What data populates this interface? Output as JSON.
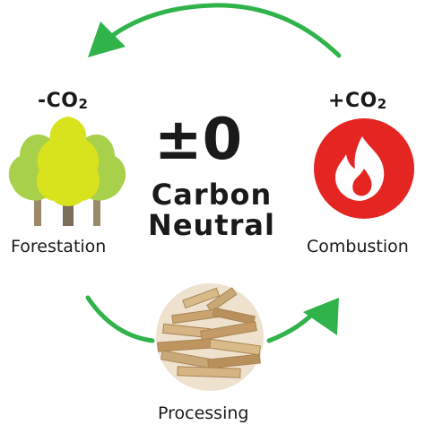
{
  "diagram": {
    "center": {
      "symbol": "±0",
      "line1": "Carbon",
      "line2": "Neutral"
    },
    "nodes": [
      {
        "id": "forestation",
        "label": "Forestation",
        "change_sign": "-",
        "change_base": "CO",
        "change_sub": "2"
      },
      {
        "id": "combustion",
        "label": "Combustion",
        "change_sign": "+",
        "change_base": "CO",
        "change_sub": "2"
      },
      {
        "id": "processing",
        "label": "Processing"
      }
    ],
    "colors": {
      "arrow": "#2fb34a",
      "flame_circle": "#e52521",
      "tree_leaf_front": "#d8e21d",
      "tree_leaf_side": "#a8d04a",
      "trunk": "#9a8a6a",
      "processing_circle": "#eee2cf",
      "wood": "#c9a878"
    },
    "icons": [
      "tree-icon",
      "flame-icon",
      "lumber-pile-icon",
      "cycle-arrow-icon"
    ]
  }
}
